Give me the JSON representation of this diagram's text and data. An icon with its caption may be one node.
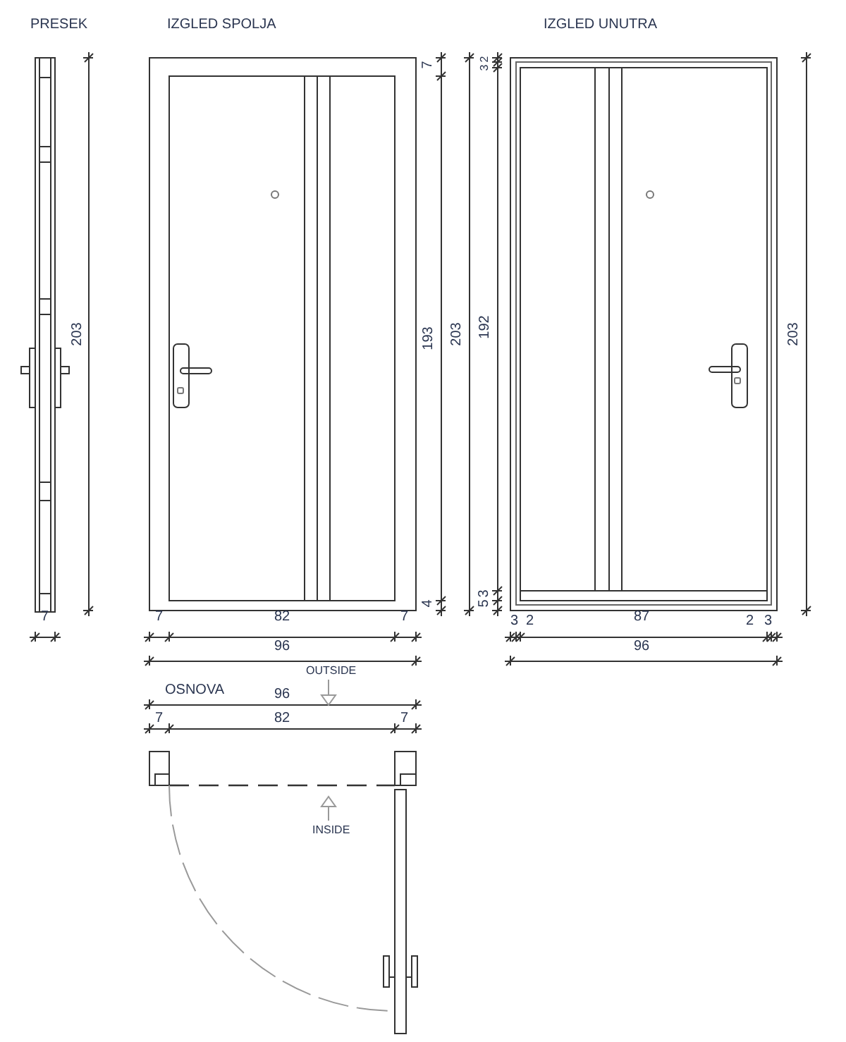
{
  "diagram": {
    "labels": [
      "PRESEK",
      "IZGLED SPOLJA",
      "IZGLED UNUTRA",
      "7",
      "2",
      "3",
      "203",
      "193",
      "203",
      "192",
      "203",
      "4",
      "3",
      "5",
      "7",
      "7",
      "82",
      "7",
      "3",
      "2",
      "87",
      "2",
      "3",
      "96",
      "96",
      "OUTSIDE",
      "OSNOVA",
      "96",
      "7",
      "82",
      "7",
      "INSIDE"
    ]
  }
}
